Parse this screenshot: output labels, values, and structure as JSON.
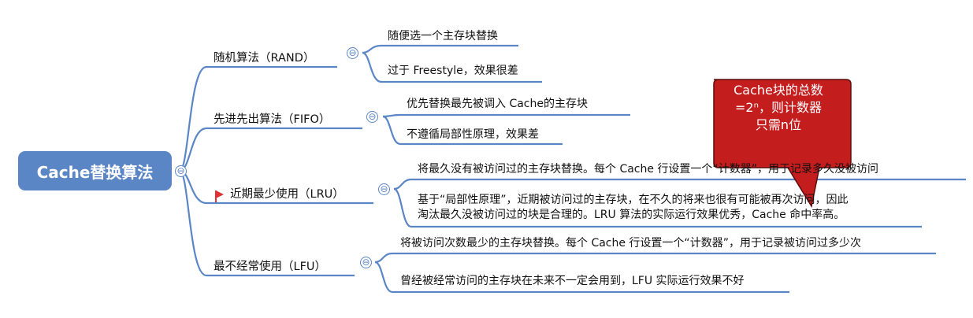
{
  "root": {
    "label": "Cache替换算法"
  },
  "branches": [
    {
      "label": "随机算法（RAND）",
      "leaves": [
        "随便选一个主存块替换",
        "过于 Freestyle，效果很差"
      ]
    },
    {
      "label": "先进先出算法（FIFO）",
      "leaves": [
        "优先替换最先被调入 Cache的主存块",
        "不遵循局部性原理，效果差"
      ]
    },
    {
      "label": "近期最少使用（LRU）",
      "leaves": [
        "将最久没有被访问过的主存块替换。每个 Cache 行设置一个“计数器”，用于记录多久没被访问",
        "基于“局部性原理”，近期被访问过的主存块，在不久的将来也很有可能被再次访问，因此",
        "淘汰最久没被访问过的块是合理的。LRU 算法的实际运行效果优秀，Cache 命中率高。"
      ]
    },
    {
      "label": "最不经常使用（LFU）",
      "leaves": [
        "将被访问次数最少的主存块替换。每个 Cache 行设置一个“计数器”，用于记录被访问过多少次",
        "曾经被经常访问的主存块在未来不一定会用到，LFU 实际运行效果不好"
      ]
    }
  ],
  "callout": {
    "line1": "Cache块的总数",
    "line2": "=2ⁿ，则计数器",
    "line3": "只需n位"
  },
  "toggle_symbol": "⊖",
  "colors": {
    "accent": "#5b86c6",
    "callout": "#c41d1d"
  }
}
